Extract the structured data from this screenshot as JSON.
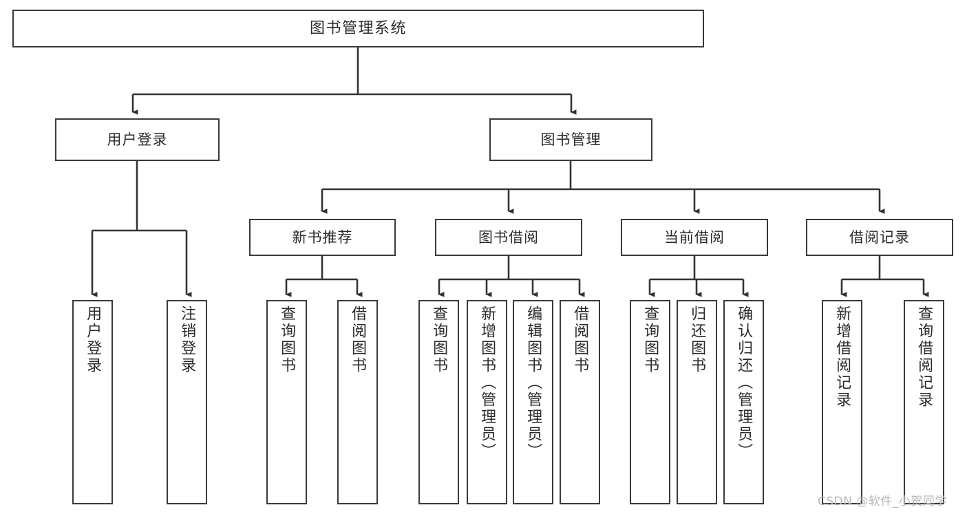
{
  "diagram": {
    "title": "图书管理系统",
    "type": "tree",
    "root": {
      "id": "root",
      "label": "图书管理系统"
    },
    "level2": [
      {
        "id": "user-login",
        "label": "用户登录"
      },
      {
        "id": "book-management",
        "label": "图书管理"
      }
    ],
    "level3": [
      {
        "id": "new-book-recommend",
        "label": "新书推荐"
      },
      {
        "id": "book-borrow",
        "label": "图书借阅"
      },
      {
        "id": "current-borrow",
        "label": "当前借阅"
      },
      {
        "id": "borrow-record",
        "label": "借阅记录"
      }
    ],
    "leaves": {
      "user_login": [
        {
          "id": "leaf-user-login",
          "label": "用户登录"
        },
        {
          "id": "leaf-user-logout",
          "label": "注销登录"
        }
      ],
      "new_book_recommend": [
        {
          "id": "leaf-query-book-1",
          "label": "查询图书"
        },
        {
          "id": "leaf-borrow-book-1",
          "label": "借阅图书"
        }
      ],
      "book_borrow": [
        {
          "id": "leaf-query-book-2",
          "label": "查询图书"
        },
        {
          "id": "leaf-add-book",
          "label": "新增图书（管理员）"
        },
        {
          "id": "leaf-edit-book",
          "label": "编辑图书（管理员）"
        },
        {
          "id": "leaf-borrow-book-2",
          "label": "借阅图书"
        }
      ],
      "current_borrow": [
        {
          "id": "leaf-query-book-3",
          "label": "查询图书"
        },
        {
          "id": "leaf-return-book",
          "label": "归还图书"
        },
        {
          "id": "leaf-confirm-return",
          "label": "确认归还（管理员）"
        }
      ],
      "borrow_record": [
        {
          "id": "leaf-add-record",
          "label": "新增借阅记录"
        },
        {
          "id": "leaf-query-record",
          "label": "查询借阅记录"
        }
      ]
    }
  },
  "watermark": {
    "text": "CSDN @软件_小贺同学"
  },
  "colors": {
    "border": "#3a3a3a",
    "background": "#ffffff",
    "text": "#2b2b2b",
    "connector": "#333333",
    "watermark": "#b9b9b9"
  }
}
